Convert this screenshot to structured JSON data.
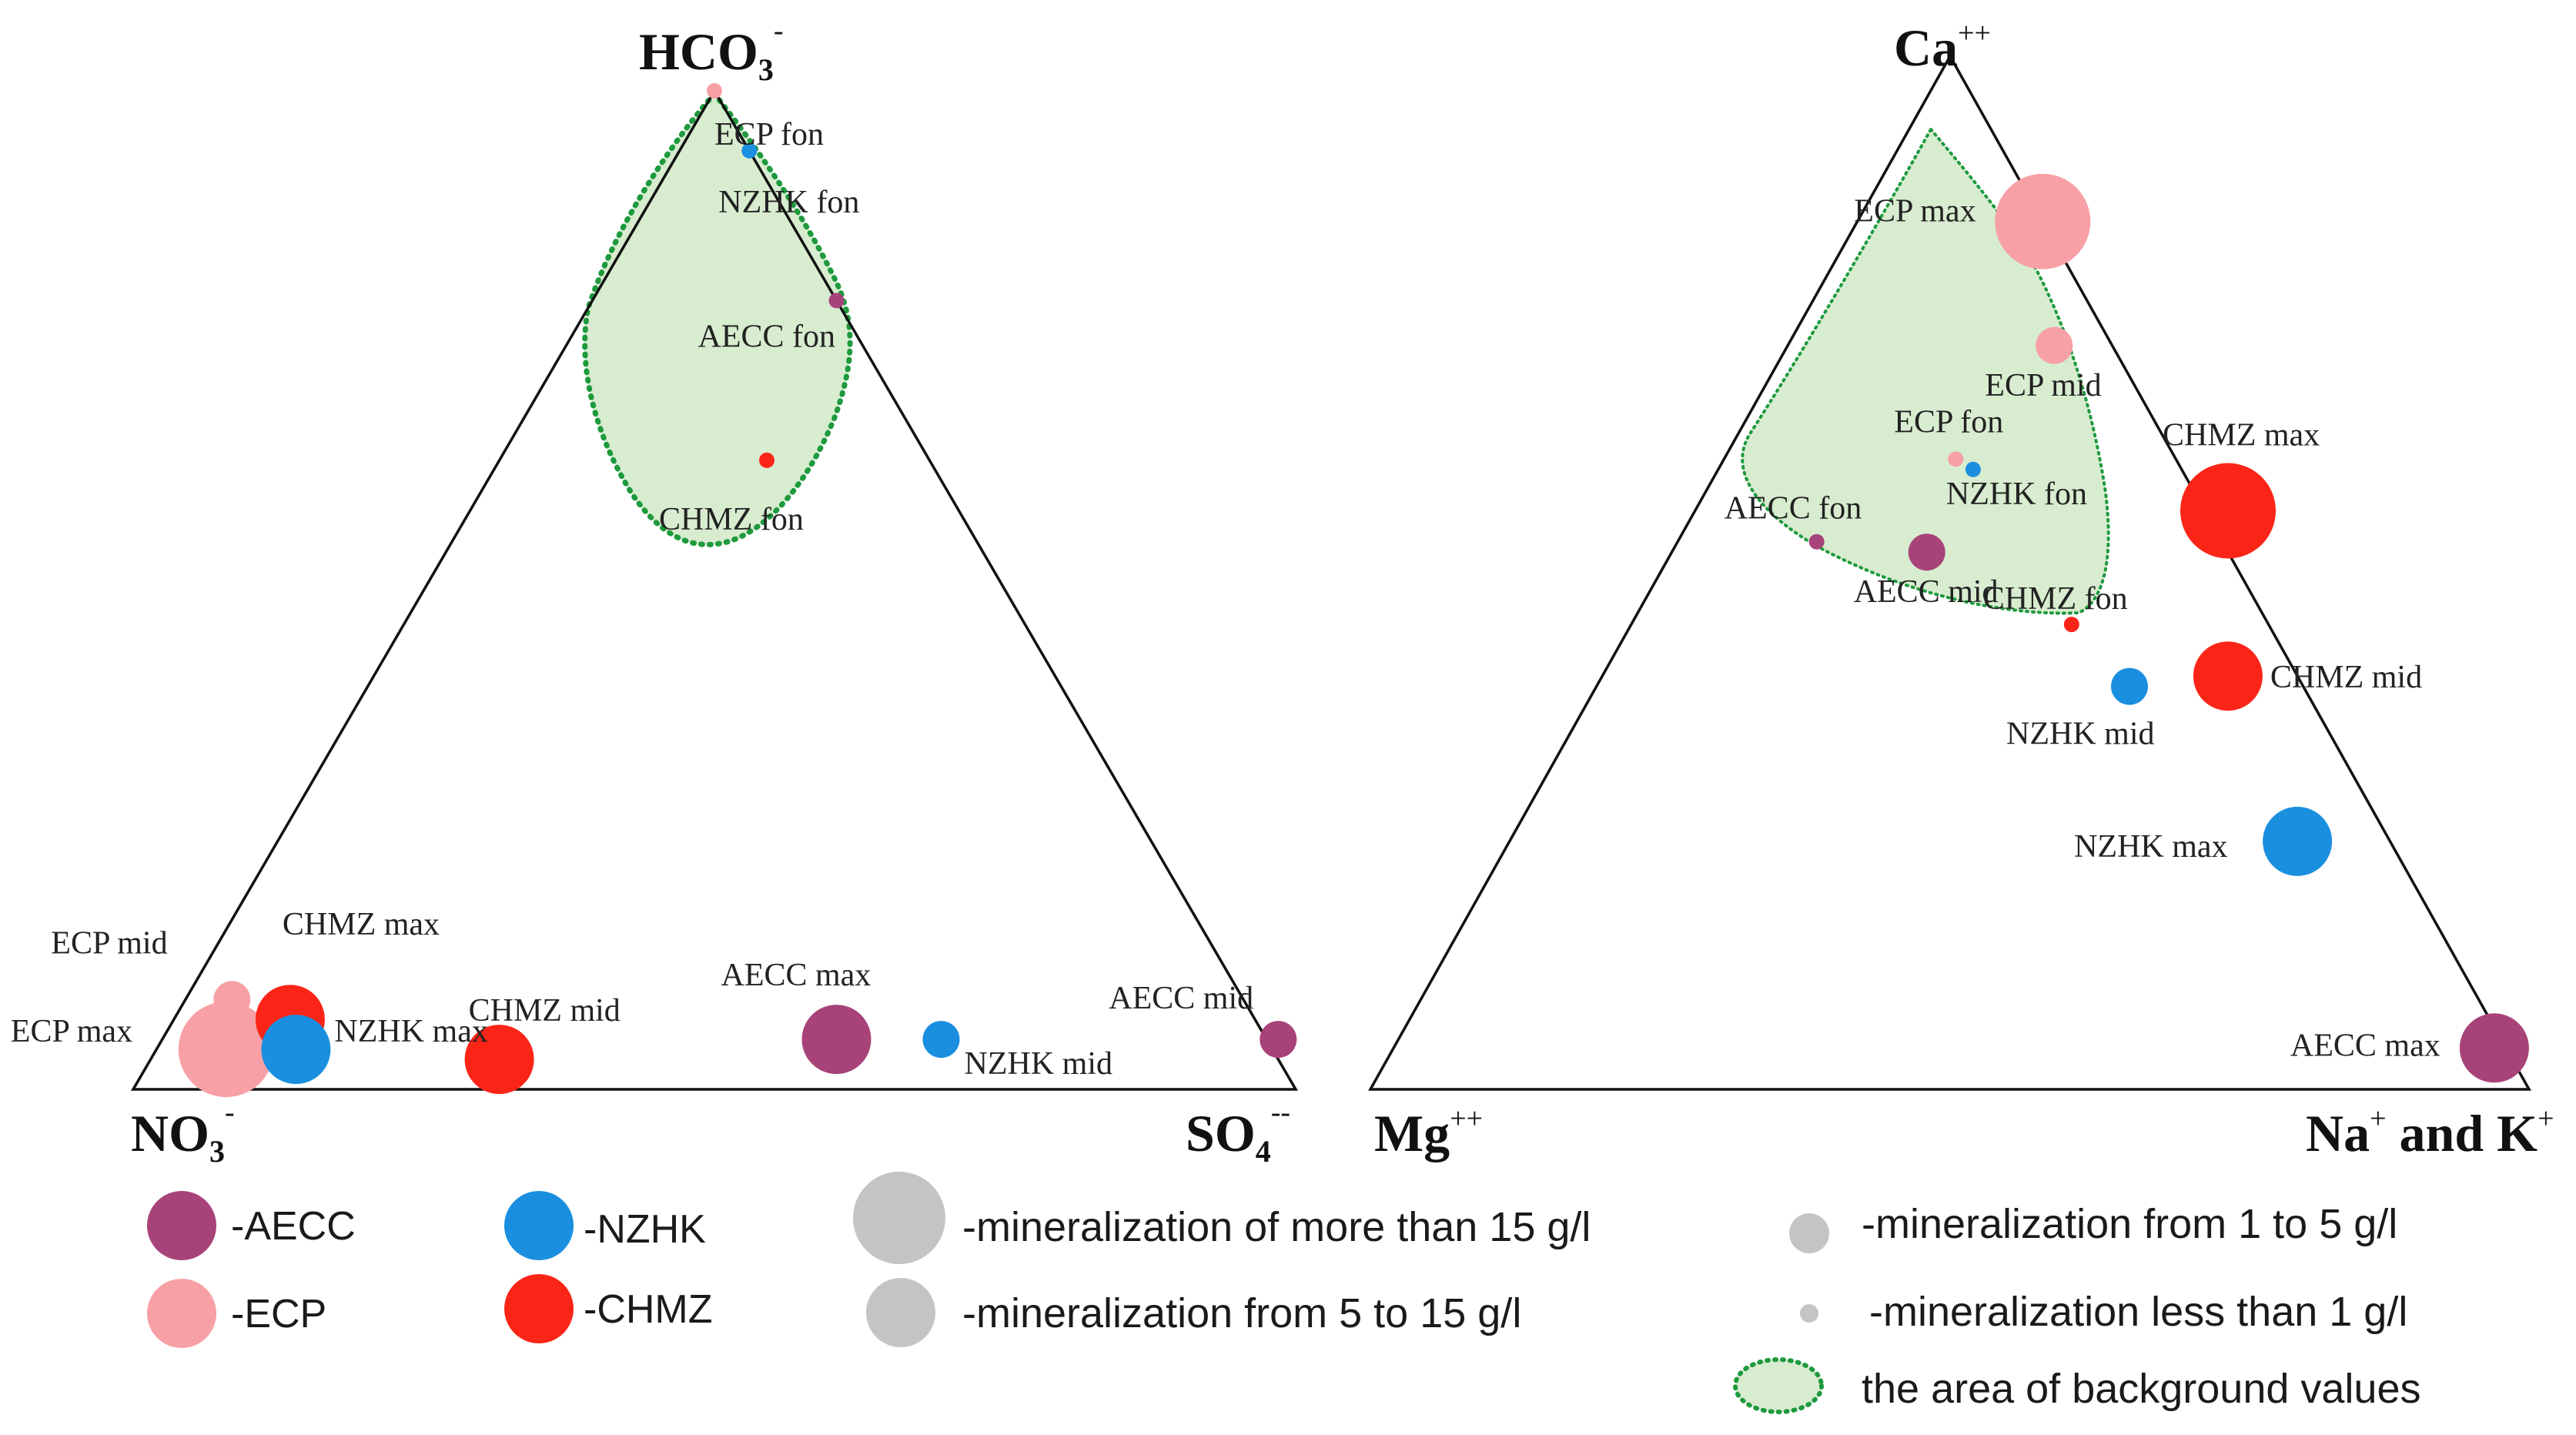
{
  "chart_data": [
    {
      "type": "scatter",
      "subtype": "ternary",
      "apices": {
        "top": {
          "main": "HCO",
          "sub": "3",
          "sup": "-"
        },
        "left": {
          "main": "NO",
          "sub": "3",
          "sup": "-"
        },
        "right": {
          "main": "SO",
          "sub": "4",
          "sup": "--"
        }
      },
      "points": [
        {
          "label": "ECP fon",
          "group": "ECP",
          "class": "lt1",
          "a": 1.0,
          "c": 0.0
        },
        {
          "label": "NZHK fon",
          "group": "NZHK",
          "class": "lt1",
          "a": 0.94,
          "c": 0.06
        },
        {
          "label": "AECC fon",
          "group": "AECC",
          "class": "lt1",
          "a": 0.79,
          "c": 0.21
        },
        {
          "label": "CHMZ fon",
          "group": "CHMZ",
          "class": "lt1",
          "a": 0.63,
          "c": 0.23
        },
        {
          "label": "CHMZ max",
          "group": "CHMZ",
          "class": "5to15",
          "a": 0.07,
          "c": 0.1
        },
        {
          "label": "ECP mid",
          "group": "ECP",
          "class": "1to5",
          "a": 0.09,
          "c": 0.04
        },
        {
          "label": "ECP max",
          "group": "ECP",
          "class": "gt15",
          "a": 0.04,
          "c": 0.06
        },
        {
          "label": "NZHK max",
          "group": "NZHK",
          "class": "5to15",
          "a": 0.04,
          "c": 0.12
        },
        {
          "label": "CHMZ mid",
          "group": "CHMZ",
          "class": "5to15",
          "a": 0.03,
          "c": 0.3
        },
        {
          "label": "AECC max",
          "group": "AECC",
          "class": "5to15",
          "a": 0.05,
          "c": 0.58
        },
        {
          "label": "NZHK mid",
          "group": "NZHK",
          "class": "1to5",
          "a": 0.05,
          "c": 0.67
        },
        {
          "label": "AECC mid",
          "group": "AECC",
          "class": "1to5",
          "a": 0.05,
          "c": 0.96
        }
      ]
    },
    {
      "type": "scatter",
      "subtype": "ternary",
      "apices": {
        "top": {
          "main": "Ca",
          "sub": "",
          "sup": "++"
        },
        "left": {
          "main": "Mg",
          "sub": "",
          "sup": "++"
        },
        "right": {
          "main": "Na",
          "sup": "+",
          "rest": " and K",
          "sup2": "+"
        }
      },
      "points": [
        {
          "label": "ECP max",
          "group": "ECP",
          "class": "gt15",
          "a": 0.84,
          "c": 0.16
        },
        {
          "label": "ECP mid",
          "group": "ECP",
          "class": "1to5",
          "a": 0.72,
          "c": 0.23
        },
        {
          "label": "ECP fon",
          "group": "ECP",
          "class": "lt1",
          "a": 0.61,
          "c": 0.2
        },
        {
          "label": "NZHK fon",
          "group": "NZHK",
          "class": "lt1",
          "a": 0.6,
          "c": 0.22
        },
        {
          "label": "CHMZ max",
          "group": "CHMZ",
          "class": "gt15",
          "a": 0.56,
          "c": 0.46
        },
        {
          "label": "AECC fon",
          "group": "AECC",
          "class": "lt1",
          "a": 0.53,
          "c": 0.12
        },
        {
          "label": "AECC mid",
          "group": "AECC",
          "class": "1to5",
          "a": 0.52,
          "c": 0.22
        },
        {
          "label": "CHMZ fon",
          "group": "CHMZ",
          "class": "lt1",
          "a": 0.45,
          "c": 0.38
        },
        {
          "label": "CHMZ mid",
          "group": "CHMZ",
          "class": "5to15",
          "a": 0.4,
          "c": 0.54
        },
        {
          "label": "NZHK mid",
          "group": "NZHK",
          "class": "1to5",
          "a": 0.39,
          "c": 0.46
        },
        {
          "label": "NZHK max",
          "group": "NZHK",
          "class": "5to15",
          "a": 0.24,
          "c": 0.68
        },
        {
          "label": "AECC max",
          "group": "AECC",
          "class": "5to15",
          "a": 0.04,
          "c": 0.95
        }
      ]
    }
  ],
  "groups": {
    "AECC": {
      "label": "-AECC",
      "color": "#a8437a"
    },
    "NZHK": {
      "label": "-NZHK",
      "color": "#1a8fe0"
    },
    "ECP": {
      "label": "-ECP",
      "color": "#f7a0a6"
    },
    "CHMZ": {
      "label": "-CHMZ",
      "color": "#fb2517"
    }
  },
  "mineralization": [
    {
      "key": "gt15",
      "label": "-mineralization of more than 15 g/l"
    },
    {
      "key": "5to15",
      "label": "-mineralization from 5 to 15 g/l"
    },
    {
      "key": "1to5",
      "label": "-mineralization from 1 to 5 g/l"
    },
    {
      "key": "lt1",
      "label": "-mineralization less than 1 g/l"
    }
  ],
  "background_area": {
    "label": "the area of background values",
    "fill": "#d8ecd0",
    "stroke": "#1e9a3d"
  },
  "size_legend_color": "#c4c4c4"
}
